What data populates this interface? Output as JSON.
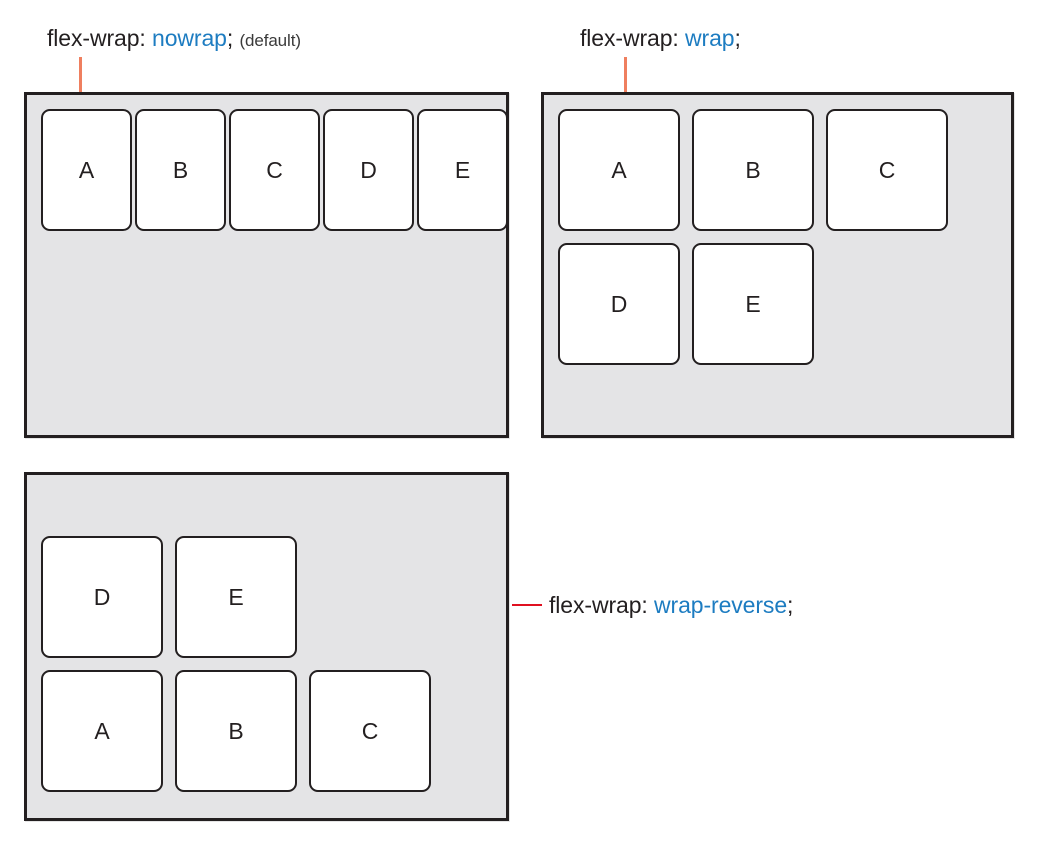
{
  "diagram": {
    "title": "CSS flex-wrap property illustration",
    "colors": {
      "keyword": "#1d7cc1",
      "text": "#231f20",
      "panel_fill": "#e4e4e6",
      "panel_border": "#231f20",
      "item_fill": "#ffffff",
      "leader_orange": "#ef7f5f",
      "leader_red": "#e01020"
    }
  },
  "panels": [
    {
      "id": "nowrap",
      "property": "flex-wrap:",
      "value": "nowrap",
      "semicolon": ";",
      "note": "(default)",
      "leader": "vertical-orange",
      "rows": [
        {
          "items": [
            "A",
            "B",
            "C",
            "D",
            "E"
          ]
        }
      ],
      "items_flat": [
        "A",
        "B",
        "C",
        "D",
        "E"
      ]
    },
    {
      "id": "wrap",
      "property": "flex-wrap:",
      "value": "wrap",
      "semicolon": ";",
      "note": "",
      "leader": "vertical-orange",
      "rows": [
        {
          "items": [
            "A",
            "B",
            "C"
          ]
        },
        {
          "items": [
            "D",
            "E"
          ]
        }
      ],
      "items_flat": [
        "A",
        "B",
        "C",
        "D",
        "E"
      ]
    },
    {
      "id": "wrap-reverse",
      "property": "flex-wrap:",
      "value": "wrap-reverse",
      "semicolon": ";",
      "note": "",
      "leader": "horizontal-red",
      "rows": [
        {
          "items": [
            "D",
            "E"
          ]
        },
        {
          "items": [
            "A",
            "B",
            "C"
          ]
        }
      ],
      "items_flat": [
        "A",
        "B",
        "C",
        "D",
        "E"
      ]
    }
  ]
}
